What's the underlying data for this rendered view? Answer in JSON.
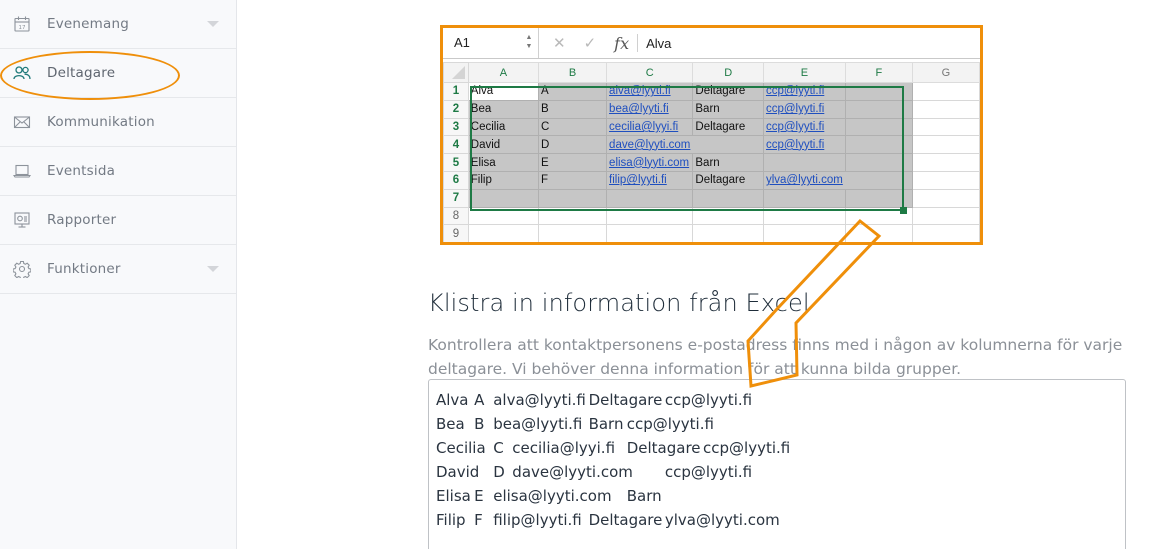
{
  "sidebar": {
    "items": [
      {
        "label": "Evenemang",
        "icon": "calendar-icon",
        "has_caret": true,
        "active": false
      },
      {
        "label": "Deltagare",
        "icon": "people-icon",
        "has_caret": false,
        "active": true
      },
      {
        "label": "Kommunikation",
        "icon": "envelope-icon",
        "has_caret": false,
        "active": false
      },
      {
        "label": "Eventsida",
        "icon": "laptop-icon",
        "has_caret": false,
        "active": false
      },
      {
        "label": "Rapporter",
        "icon": "report-screen-icon",
        "has_caret": false,
        "active": false
      },
      {
        "label": "Funktioner",
        "icon": "gear-icon",
        "has_caret": true,
        "active": false
      }
    ]
  },
  "excel": {
    "namebox": "A1",
    "formula_value": "Alva",
    "fx_label": "fx",
    "cancel_glyph": "✕",
    "confirm_glyph": "✓",
    "columns": [
      "A",
      "B",
      "C",
      "D",
      "E",
      "F",
      "G"
    ],
    "rows": [
      {
        "num": "1",
        "cells": [
          "Alva",
          "A",
          "alva@lyyti.fi",
          "Deltagare",
          "ccp@lyyti.fi",
          "",
          ""
        ]
      },
      {
        "num": "2",
        "cells": [
          "Bea",
          "B",
          "bea@lyyti.fi",
          "Barn",
          "ccp@lyyti.fi",
          "",
          ""
        ]
      },
      {
        "num": "3",
        "cells": [
          "Cecilia",
          "C",
          "cecilia@lyyi.fi",
          "Deltagare",
          "ccp@lyyti.fi",
          "",
          ""
        ]
      },
      {
        "num": "4",
        "cells": [
          "David",
          "D",
          "dave@lyyti.com",
          "",
          "ccp@lyyti.fi",
          "",
          ""
        ]
      },
      {
        "num": "5",
        "cells": [
          "Elisa",
          "E",
          "elisa@lyyti.com",
          "Barn",
          "",
          "",
          ""
        ]
      },
      {
        "num": "6",
        "cells": [
          "Filip",
          "F",
          "filip@lyyti.fi",
          "Deltagare",
          "ylva@lyyti.com",
          "",
          ""
        ]
      },
      {
        "num": "7",
        "cells": [
          "",
          "",
          "",
          "",
          "",
          "",
          ""
        ]
      },
      {
        "num": "8",
        "cells": [
          "",
          "",
          "",
          "",
          "",
          "",
          ""
        ]
      },
      {
        "num": "9",
        "cells": [
          "",
          "",
          "",
          "",
          "",
          "",
          ""
        ]
      }
    ]
  },
  "paste_section": {
    "title": "Klistra in information från Excel",
    "description": "Kontrollera att kontaktpersonens e-postadress finns med i någon av kolumnerna för varje deltagare. Vi behöver denna information för att kunna bilda grupper.",
    "textarea_value": "Alva\tA\talva@lyyti.fi\tDeltagare\tccp@lyyti.fi\nBea\tB\tbea@lyyti.fi\tBarn\tccp@lyyti.fi\nCecilia\tC\tcecilia@lyyi.fi\tDeltagare\tccp@lyyti.fi\nDavid\tD\tdave@lyyti.com\t\tccp@lyyti.fi\nElisa\tE\telisa@lyyti.com\tBarn\nFilip\tF\tfilip@lyyti.fi\tDeltagare\tylva@lyyti.com"
  },
  "annotation": {
    "highlight_color": "#ef8f0a",
    "excel_green": "#1e7a45",
    "link_blue": "#1f4fbf"
  }
}
